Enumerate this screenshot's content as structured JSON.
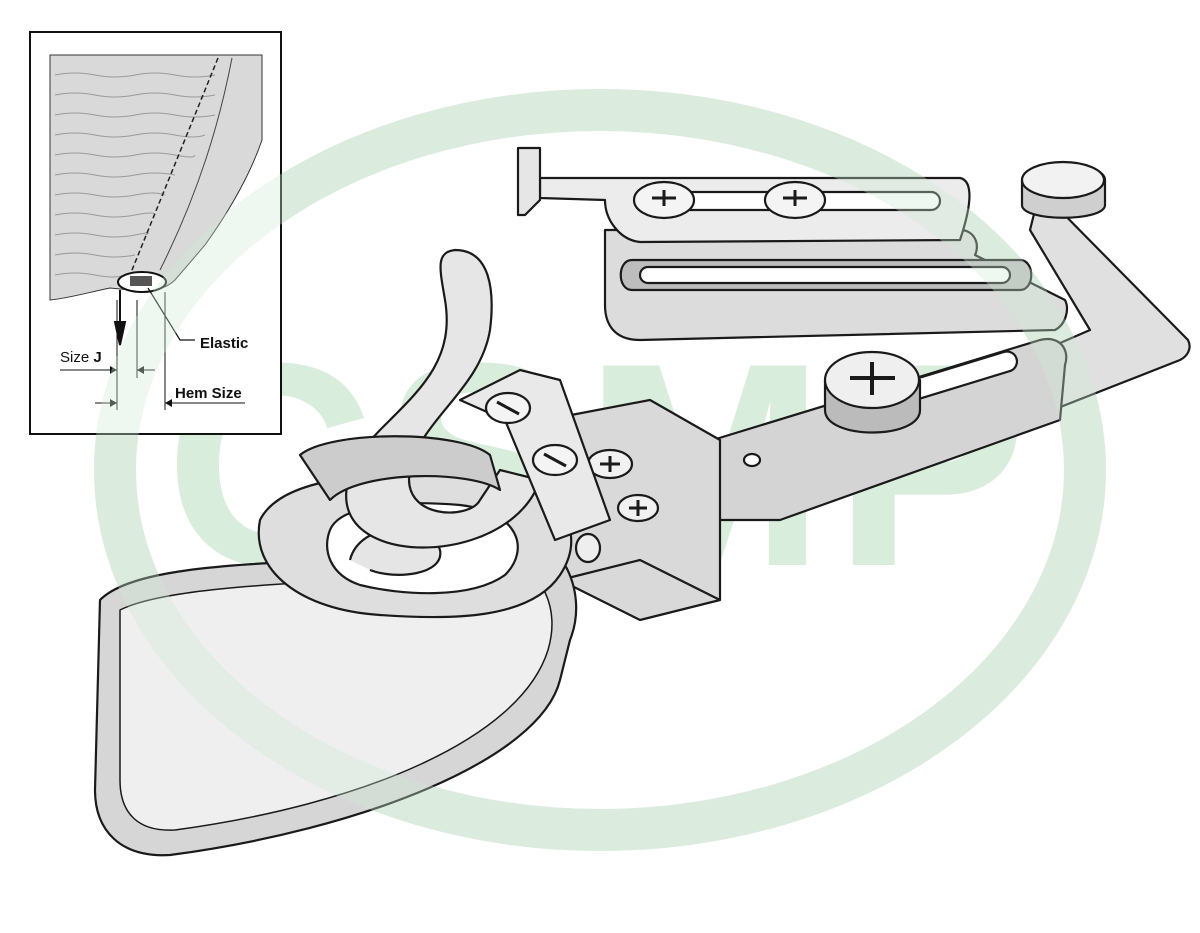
{
  "watermark": {
    "text": "CSMP",
    "color": "#d9eddc",
    "ring_color": "#e6f2e7"
  },
  "inset": {
    "labels": {
      "elastic": "Elastic",
      "size_prefix": "Size",
      "size_letter": "J",
      "hem_size": "Hem Size"
    }
  },
  "colors": {
    "metal_light": "#f2f2f2",
    "metal_mid": "#d6d6d6",
    "metal_dark": "#a9a9a9",
    "outline": "#1a1a1a",
    "fabric": "#d9d9d9"
  }
}
